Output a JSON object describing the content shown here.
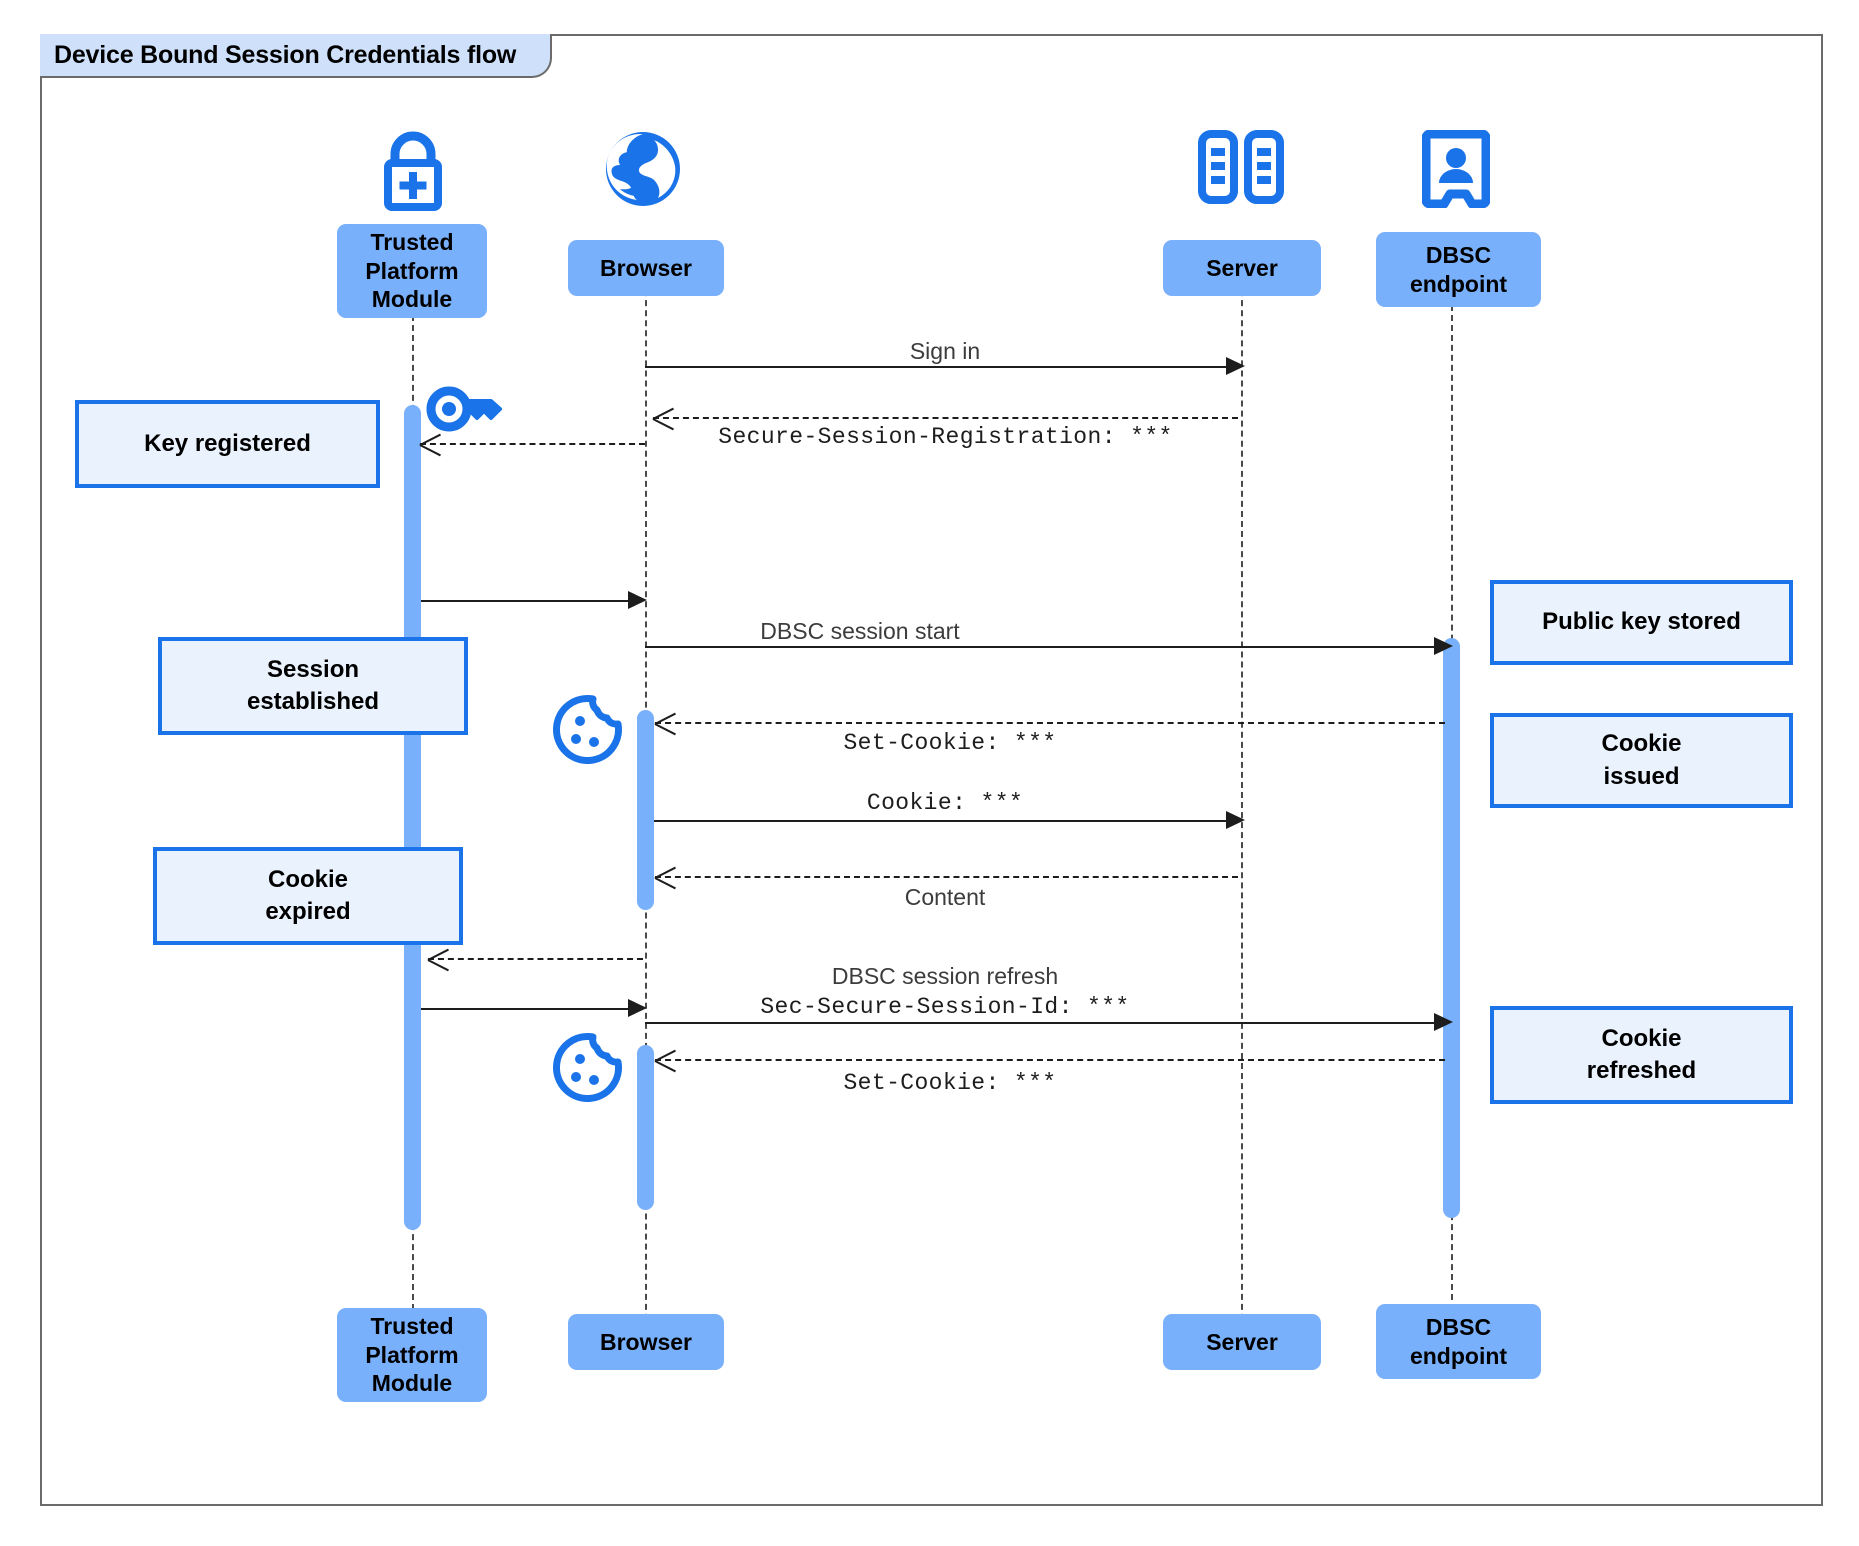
{
  "diagram": {
    "title": "Device Bound Session Credentials flow",
    "type": "uml-sequence-diagram",
    "colors": {
      "participant_fill": "#79b0fb",
      "note_fill": "#eaf2fd",
      "note_border": "#1a73e8",
      "icon_blue": "#1a73e8",
      "frame_border": "#6b6b6b",
      "frame_tab_fill": "#cfe0fb",
      "line": "#1d1d1d"
    }
  },
  "participants": [
    {
      "id": "tpm",
      "label": "Trusted\nPlatform\nModule",
      "label_line1": "Trusted",
      "label_line2": "Platform",
      "label_line3": "Module",
      "icon": "lock-plus-icon"
    },
    {
      "id": "browser",
      "label": "Browser",
      "icon": "globe-icon"
    },
    {
      "id": "server",
      "label": "Server",
      "icon": "server-racks-icon"
    },
    {
      "id": "dbsc",
      "label": "DBSC\nendpoint",
      "label_line1": "DBSC",
      "label_line2": "endpoint",
      "icon": "id-badge-icon"
    }
  ],
  "messages": [
    {
      "id": "m1",
      "from": "browser",
      "to": "server",
      "label": "Sign in",
      "style": "solid",
      "font": "sans"
    },
    {
      "id": "m2",
      "from": "server",
      "to": "browser",
      "label": "Secure-Session-Registration: ***",
      "style": "dashed",
      "font": "mono"
    },
    {
      "id": "m3",
      "from": "server",
      "to": "tpm",
      "label": "",
      "style": "dashed",
      "font": "mono"
    },
    {
      "id": "m4",
      "from": "tpm",
      "to": "browser",
      "label": "",
      "style": "solid",
      "font": "sans"
    },
    {
      "id": "m5",
      "from": "browser",
      "to": "dbsc",
      "label": "DBSC session start",
      "style": "solid",
      "font": "sans"
    },
    {
      "id": "m6",
      "from": "dbsc",
      "to": "browser",
      "label": "Set-Cookie: ***",
      "style": "dashed",
      "font": "mono"
    },
    {
      "id": "m7",
      "from": "browser",
      "to": "server",
      "label": "Cookie: ***",
      "style": "solid",
      "font": "mono"
    },
    {
      "id": "m8",
      "from": "server",
      "to": "browser",
      "label": "Content",
      "style": "dashed",
      "font": "sans"
    },
    {
      "id": "m9",
      "from": "browser",
      "to": "tpm",
      "label": "",
      "style": "dashed",
      "font": "sans"
    },
    {
      "id": "m10",
      "from": "tpm",
      "to": "browser",
      "label": "",
      "style": "solid",
      "font": "sans"
    },
    {
      "id": "m11",
      "from": "browser",
      "to": "dbsc",
      "label_line1": "DBSC session refresh",
      "label_line2": "Sec-Secure-Session-Id: ***",
      "style": "solid",
      "font": "mixed"
    },
    {
      "id": "m12",
      "from": "dbsc",
      "to": "browser",
      "label": "Set-Cookie: ***",
      "style": "dashed",
      "font": "mono"
    }
  ],
  "notes": [
    {
      "id": "n1",
      "text": "Key registered",
      "line1": "Key registered",
      "line2": "",
      "anchor": "tpm"
    },
    {
      "id": "n2",
      "text": "Session established",
      "line1": "Session",
      "line2": "established",
      "anchor": "tpm"
    },
    {
      "id": "n3",
      "text": "Cookie expired",
      "line1": "Cookie",
      "line2": "expired",
      "anchor": "tpm"
    },
    {
      "id": "n4",
      "text": "Public key stored",
      "line1": "Public key stored",
      "line2": "",
      "anchor": "dbsc"
    },
    {
      "id": "n5",
      "text": "Cookie issued",
      "line1": "Cookie",
      "line2": "issued",
      "anchor": "dbsc"
    },
    {
      "id": "n6",
      "text": "Cookie refreshed",
      "line1": "Cookie",
      "line2": "refreshed",
      "anchor": "dbsc"
    }
  ],
  "inline_icons": [
    {
      "id": "key1",
      "name": "key-icon",
      "near": "tpm"
    },
    {
      "id": "cookie1",
      "name": "cookie-icon",
      "near": "browser"
    },
    {
      "id": "cookie2",
      "name": "cookie-icon",
      "near": "browser"
    }
  ]
}
